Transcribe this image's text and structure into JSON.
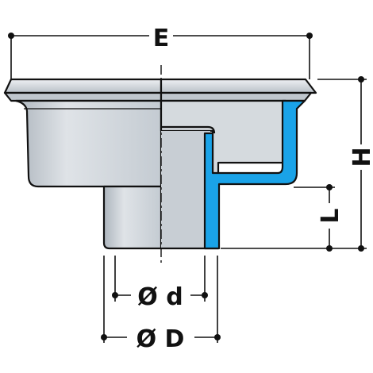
{
  "labels": {
    "width_E": "E",
    "height_H": "H",
    "length_L": "L",
    "inner_diameter": "Ø d",
    "outer_diameter": "Ø D"
  },
  "colors": {
    "outline": "#111111",
    "body_gray": "#c9cfd6",
    "body_light": "#e7eaee",
    "body_shadow": "#a9b1b9",
    "section_blue": "#1aa3e8",
    "background": "#ffffff"
  }
}
